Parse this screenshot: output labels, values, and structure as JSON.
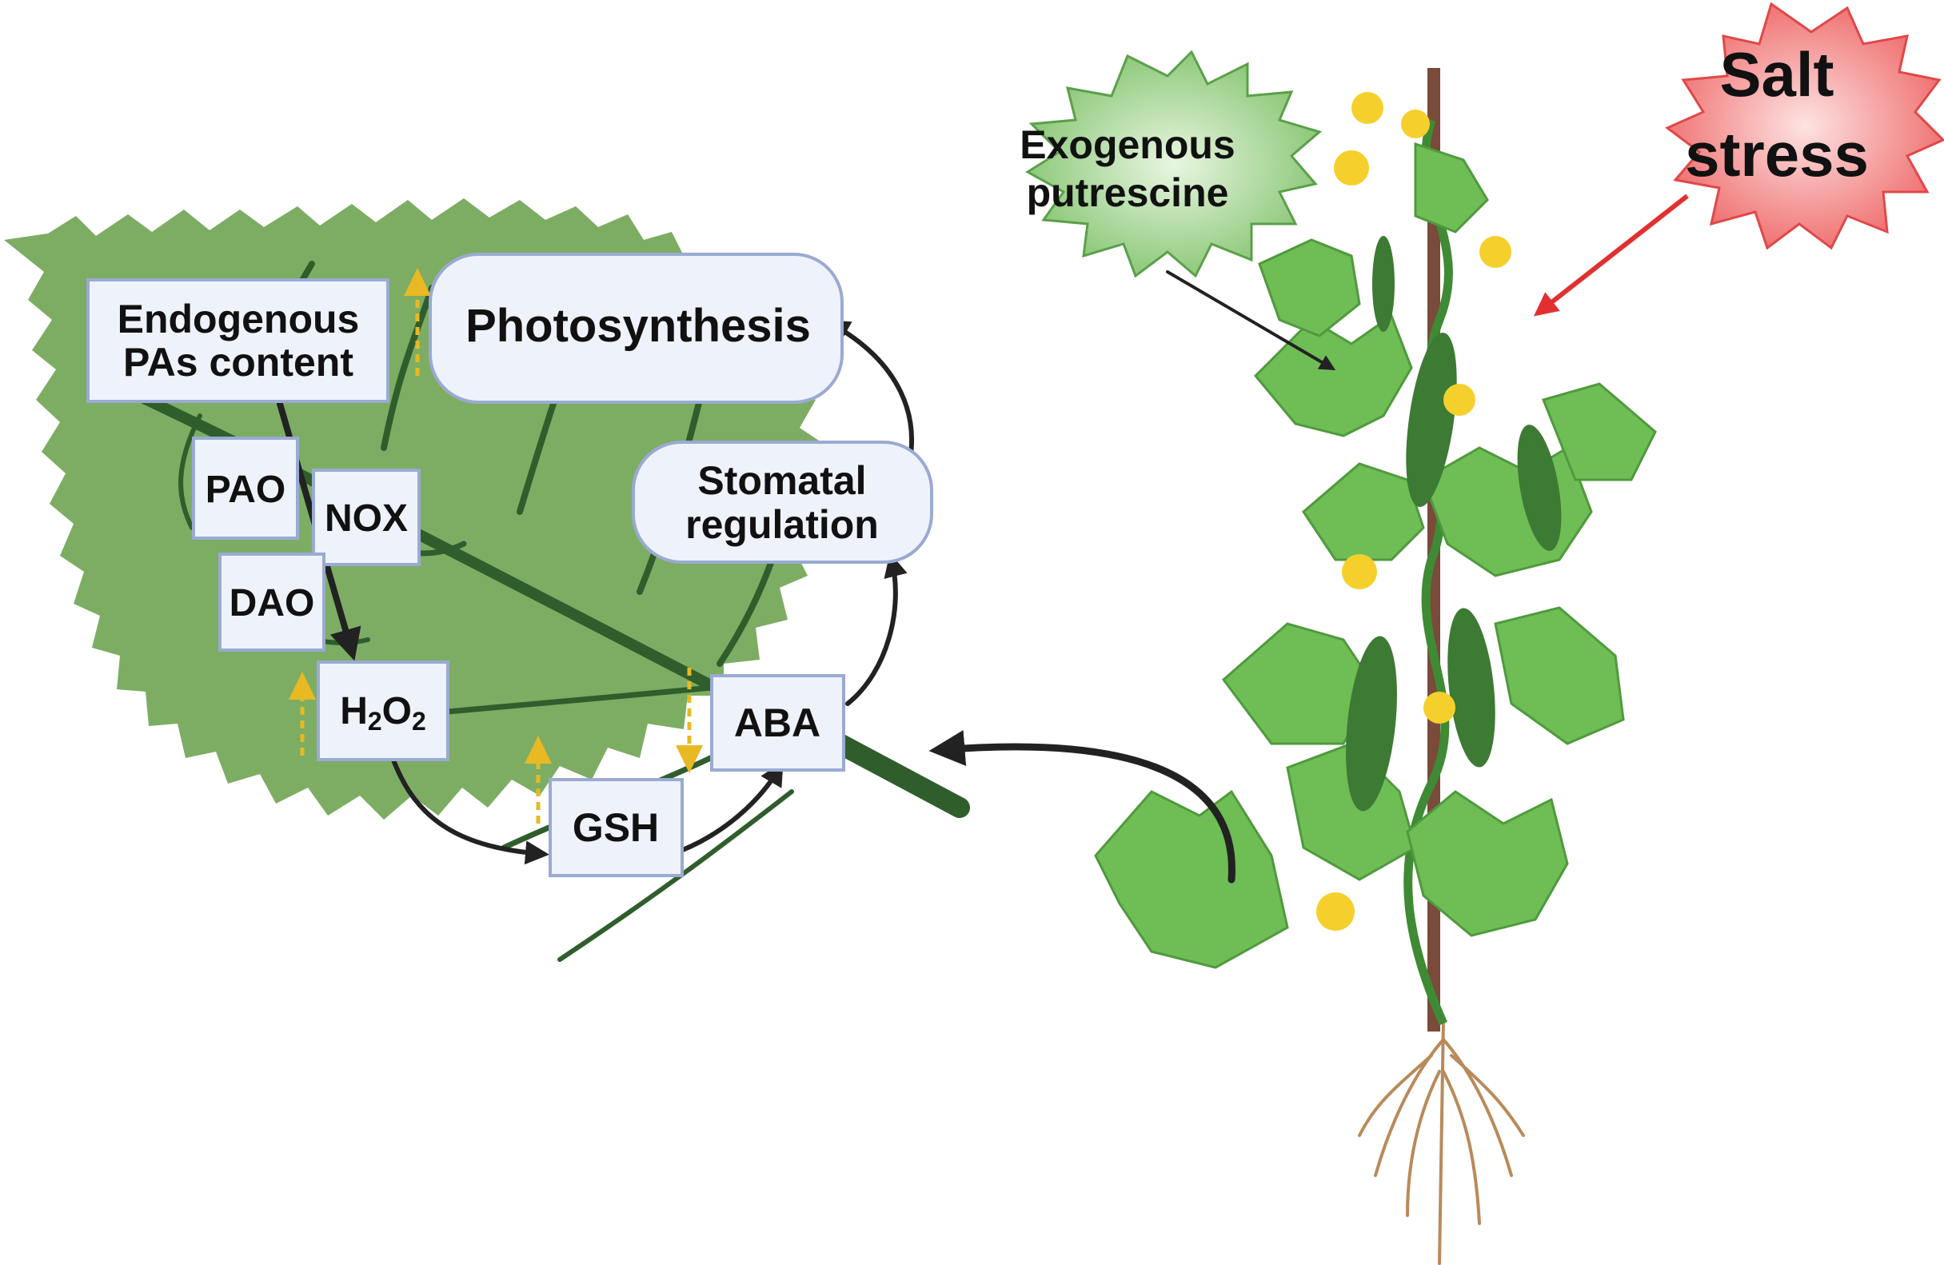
{
  "colors": {
    "leaf": "#7dad63",
    "leaf_edge": "#6d9d55",
    "vein": "#2f5e2c",
    "box_fill": "#eef2fb",
    "box_stroke": "#9aaad2",
    "arrow": "#222222",
    "dashed_arrow": "#e8b923",
    "plant_leaf": "#6fbd55",
    "plant_leaf_dark": "#4f9a3d",
    "cucumber": "#3d7a34",
    "flower": "#f5d02c",
    "stake": "#7a4a3a",
    "root": "#b98a5a",
    "putrescine_burst": "#9fd08a",
    "salt_burst": "#f27a7a",
    "salt_arrow": "#e23030"
  },
  "nodes": {
    "endogenous_pas": {
      "line1": "Endogenous",
      "line2": "PAs content"
    },
    "photosynthesis": "Photosynthesis",
    "pao": "PAO",
    "nox": "NOX",
    "dao": "DAO",
    "h2o2": {
      "h": "H",
      "sub1": "2",
      "o": "O",
      "sub2": "2"
    },
    "stomatal": {
      "line1": "Stomatal",
      "line2": "regulation"
    },
    "aba": "ABA",
    "gsh": "GSH"
  },
  "labels": {
    "exogenous": {
      "line1": "Exogenous",
      "line2": "putrescine"
    },
    "salt": {
      "line1": "Salt",
      "line2": "stress"
    }
  },
  "icons": [
    "leaf-illustration",
    "cucumber-plant-illustration",
    "burst-badge-icon"
  ]
}
